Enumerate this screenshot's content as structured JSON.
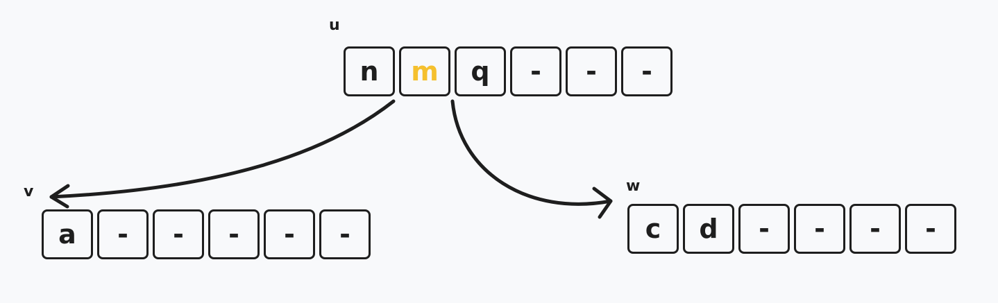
{
  "colors": {
    "stroke": "#1e1e1e",
    "highlight": "#f5c02e",
    "background": "#f8f9fb"
  },
  "nodes": {
    "u": {
      "label": "u",
      "cells": [
        "n",
        "m",
        "q",
        "-",
        "-",
        "-"
      ],
      "highlighted_index": 1
    },
    "v": {
      "label": "v",
      "cells": [
        "a",
        "-",
        "-",
        "-",
        "-",
        "-"
      ]
    },
    "w": {
      "label": "w",
      "cells": [
        "c",
        "d",
        "-",
        "-",
        "-",
        "-"
      ]
    }
  },
  "edges": [
    {
      "from": "u",
      "to": "v"
    },
    {
      "from": "u",
      "to": "w"
    }
  ]
}
